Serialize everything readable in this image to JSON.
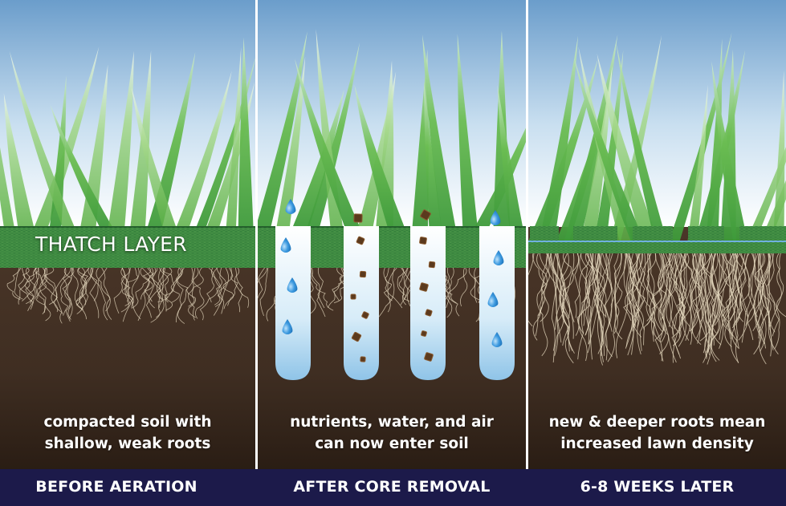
{
  "panels": [
    {
      "caption_line1": "compacted soil with",
      "caption_line2": "shallow, weak roots",
      "footer": "BEFORE AERATION",
      "overlay_label": "THATCH LAYER"
    },
    {
      "caption_line1": "nutrients, water, and air",
      "caption_line2": "can now enter soil",
      "footer": "AFTER CORE REMOVAL"
    },
    {
      "caption_line1": "new & deeper roots mean",
      "caption_line2": "increased lawn density",
      "footer": "6-8 WEEKS LATER"
    }
  ],
  "colors": {
    "sky_top": "#6d9fcc",
    "sky_bottom": "#ffffff",
    "grass_dark": "#3f9a3c",
    "grass_light": "#a8d88a",
    "thatch": "#2f7a3a",
    "soil": "#4a3526",
    "soil_dark": "#2a1c12",
    "root": "#e6d9bd",
    "core_hole": "#cfe8f7",
    "water_drop": "#2f8fd6",
    "nutrient": "#5b3a1e",
    "divider": "#ffffff",
    "footer_bar": "#1c1a4a"
  }
}
